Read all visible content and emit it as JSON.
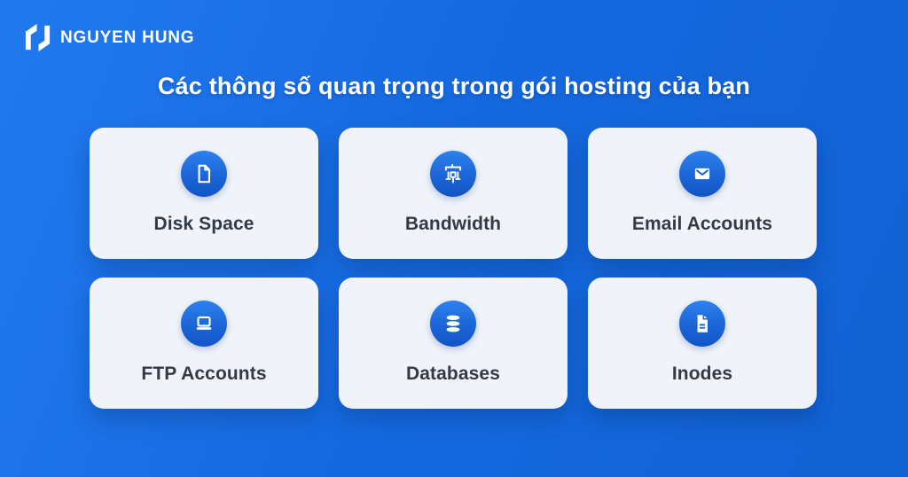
{
  "brand": {
    "name": "NGUYEN HUNG"
  },
  "title": "Các thông số quan trọng trong gói hosting của bạn",
  "cards": [
    {
      "label": "Disk Space",
      "icon": "file-icon"
    },
    {
      "label": "Bandwidth",
      "icon": "bandwidth-icon"
    },
    {
      "label": "Email Accounts",
      "icon": "envelope-icon"
    },
    {
      "label": "FTP Accounts",
      "icon": "laptop-icon"
    },
    {
      "label": "Databases",
      "icon": "database-icon"
    },
    {
      "label": "Inodes",
      "icon": "document-lines-icon"
    }
  ],
  "colors": {
    "background_top": "#2279ee",
    "background_bottom": "#1161d2",
    "card_background": "#f0f4fa",
    "icon_circle_top": "#2e81ee",
    "icon_circle_bottom": "#1155c6",
    "card_text": "#323a46",
    "title_text": "#ffffff"
  }
}
